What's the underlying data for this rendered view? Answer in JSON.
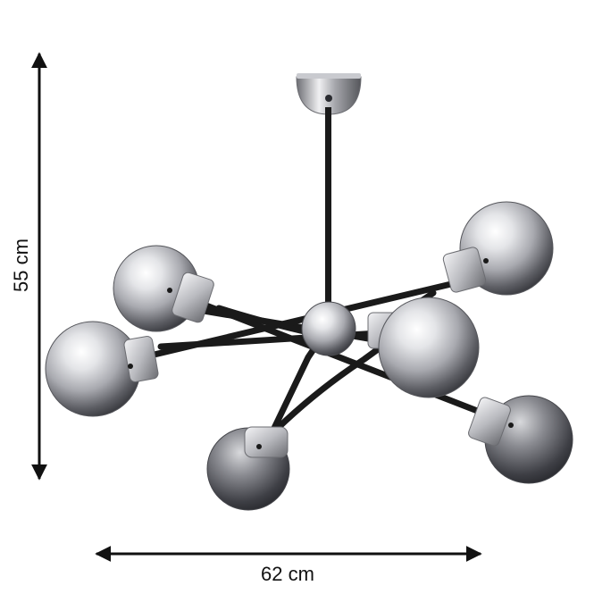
{
  "dimensions": {
    "height_label": "55 cm",
    "width_label": "62 cm"
  },
  "product": {
    "globe_count": 6
  },
  "colors": {
    "arm": "#1a1a1a",
    "chrome_light": "#f2f2f4",
    "chrome_mid": "#9b9ca3",
    "chrome_dark": "#3b3c42",
    "arrow": "#111111"
  }
}
